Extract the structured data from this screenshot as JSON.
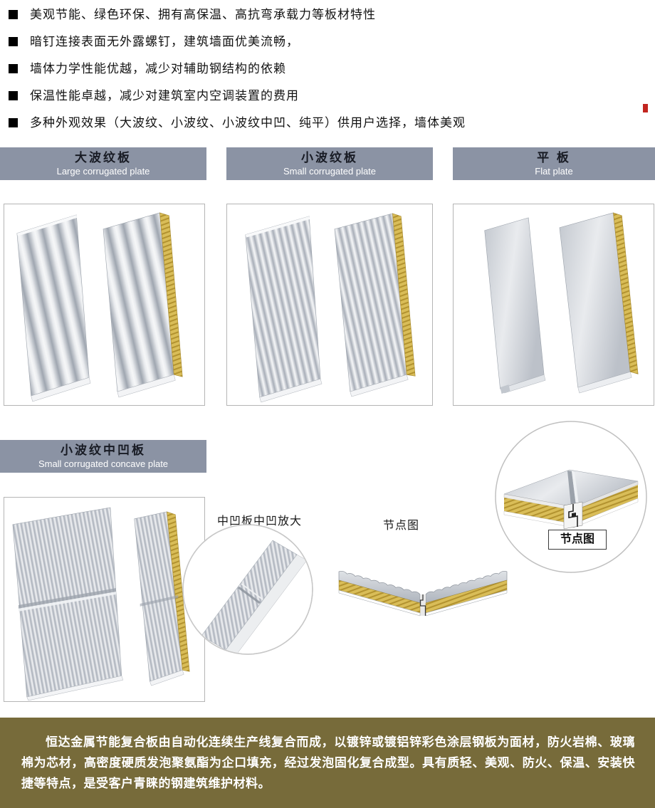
{
  "features": [
    "美观节能、绿色环保、拥有高保温、高抗弯承载力等板材特性",
    "暗钉连接表面无外露螺钉，建筑墙面优美流畅，",
    "墙体力学性能优越，减少对辅助钢结构的依赖",
    "保温性能卓越，减少对建筑室内空调装置的费用",
    "多种外观效果（大波纹、小波纹、小波纹中凹、纯平）供用户选择，墙体美观"
  ],
  "sections": [
    {
      "cn": "大波纹板",
      "en": "Large corrugated plate"
    },
    {
      "cn": "小波纹板",
      "en": "Small corrugated plate"
    },
    {
      "cn": "平 板",
      "en": "Flat plate"
    },
    {
      "cn": "小波纹中凹板",
      "en": "Small corrugated concave plate"
    }
  ],
  "annotations": {
    "concave_zoom_label": "中凹板中凹放大",
    "joint_label_middle": "节点图",
    "joint_label_right": "节点图"
  },
  "footer": {
    "paragraph": "恒达金属节能复合板由自动化连续生产线复合而成，以镀锌或镀铝锌彩色涂层钢板为面材，防火岩棉、玻璃棉为芯材，高密度硬质发泡聚氨酯为企口填充，经过发泡固化复合成型。具有质轻、美观、防火、保温、安装快捷等特点，是受客户青睐的钢建筑维护材料。"
  },
  "colors": {
    "header_bar_bg": "#8B93A4",
    "footer_bg": "#776B3A",
    "box_border": "#B5B5B5",
    "panel_gray": "#C9CED5",
    "core_yellow": "#D9BD58",
    "bullet_black": "#000000"
  }
}
